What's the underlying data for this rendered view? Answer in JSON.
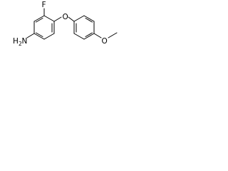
{
  "structure": {
    "atoms": {
      "fluorine": "F",
      "ether_oxygen": "O",
      "amine": "H",
      "amine_subscript": "2",
      "amine_nitrogen": "N",
      "methoxy_oxygen": "O"
    },
    "colors": {
      "bond": "#000000",
      "label": "#000000",
      "background": "#ffffff"
    }
  }
}
